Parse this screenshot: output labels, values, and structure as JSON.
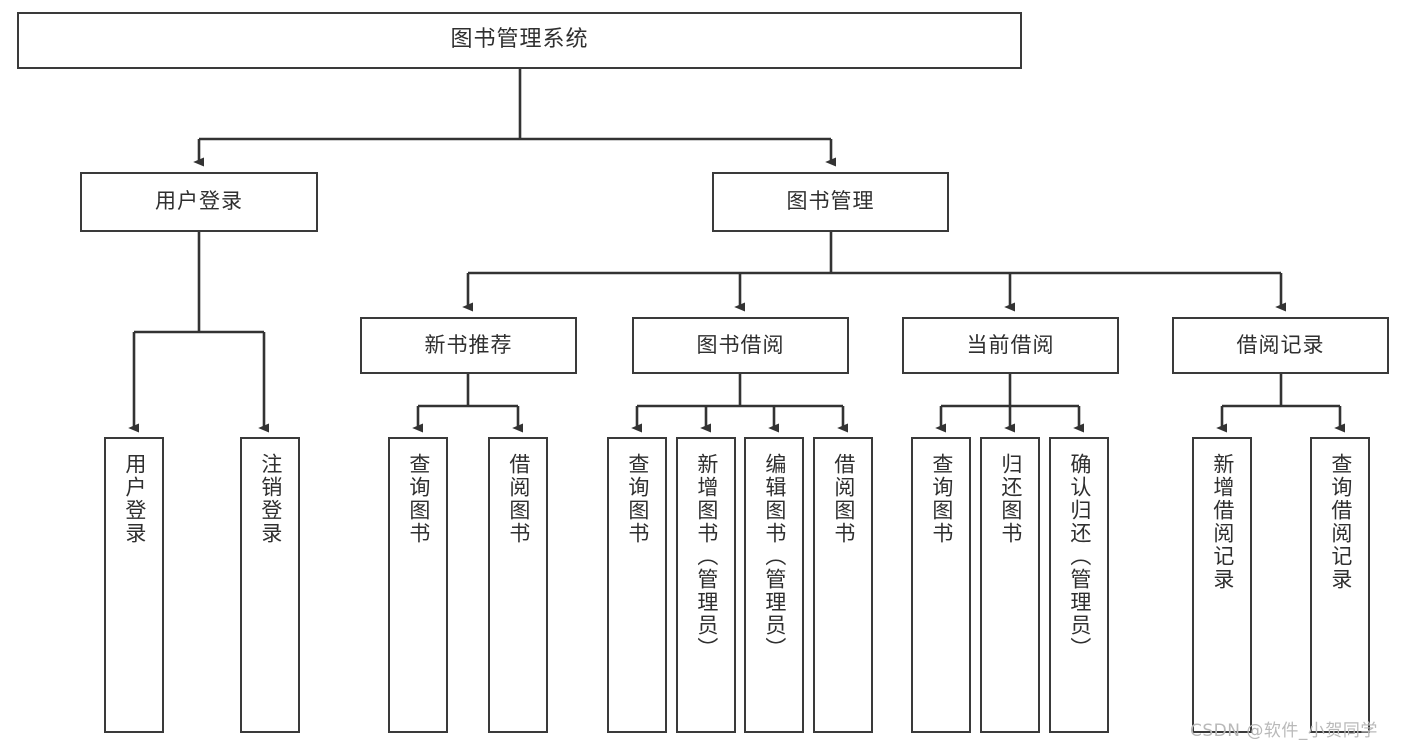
{
  "diagram": {
    "title": "图书管理系统",
    "type": "tree-hierarchy-chart",
    "orientation": "top-down",
    "colors": {
      "box_border": "#3a3a3a",
      "box_fill": "#ffffff",
      "text": "#2f2f2f",
      "connector": "#333333",
      "watermark": "#b9b9b9",
      "background": "#ffffff"
    }
  },
  "root": {
    "label": "图书管理系统"
  },
  "level1": [
    {
      "label": "用户登录"
    },
    {
      "label": "图书管理"
    }
  ],
  "level2": [
    {
      "label": "新书推荐"
    },
    {
      "label": "图书借阅"
    },
    {
      "label": "当前借阅"
    },
    {
      "label": "借阅记录"
    }
  ],
  "leaves": {
    "user_login": [
      {
        "label": "用户登录"
      },
      {
        "label": "注销登录"
      }
    ],
    "new_book_recommend": [
      {
        "label": "查询图书"
      },
      {
        "label": "借阅图书"
      }
    ],
    "book_borrow": [
      {
        "label": "查询图书"
      },
      {
        "label": "新增图书（管理员）"
      },
      {
        "label": "编辑图书（管理员）"
      },
      {
        "label": "借阅图书"
      }
    ],
    "current_borrow": [
      {
        "label": "查询图书"
      },
      {
        "label": "归还图书"
      },
      {
        "label": "确认归还（管理员）"
      }
    ],
    "borrow_record": [
      {
        "label": "新增借阅记录"
      },
      {
        "label": "查询借阅记录"
      }
    ]
  },
  "watermark": {
    "text": "CSDN @软件_小贺同学"
  }
}
